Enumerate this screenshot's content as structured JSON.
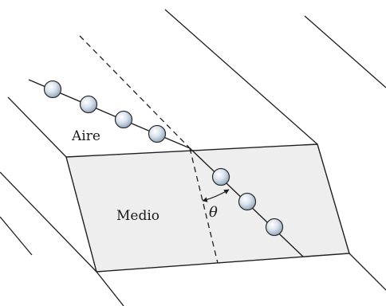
{
  "diagram": {
    "labels": {
      "air": "Aire",
      "medium": "Medio",
      "angle": "θ"
    },
    "particle_count": 7,
    "particles_in_air": 4,
    "particles_in_medium": 3,
    "colors": {
      "line": "#1f1f1f",
      "medium_fill": "#eeeeee",
      "particle_fill": "#c9d6e4",
      "particle_stroke": "#2a2a2a"
    }
  }
}
